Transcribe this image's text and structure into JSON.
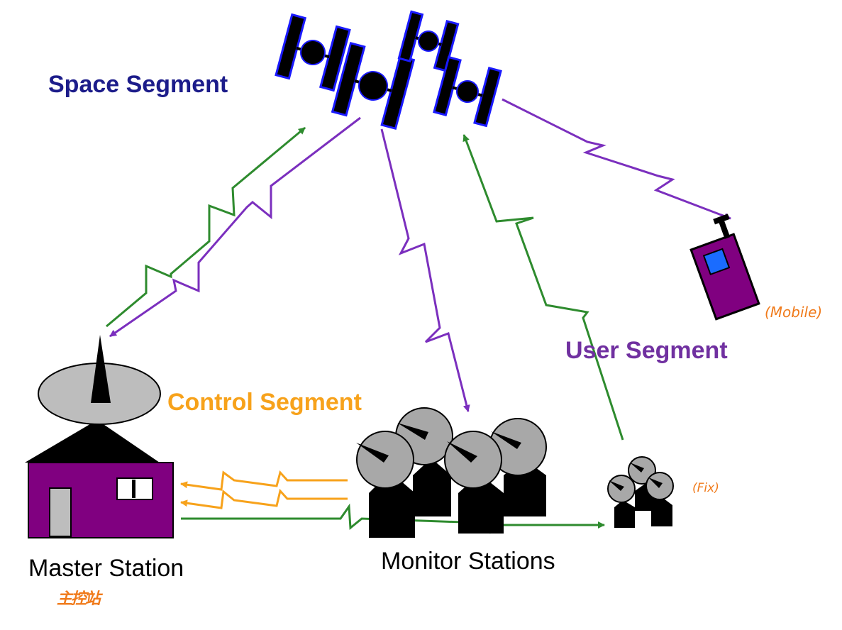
{
  "segments": {
    "space": "Space Segment",
    "control": "Control Segment",
    "user": "User Segment"
  },
  "stations": {
    "master": "Master Station",
    "monitor": "Monitor Stations"
  },
  "annotations": {
    "mobile": "(Mobile)",
    "fix": "(Fix)",
    "master_cn": "主控站"
  },
  "colors": {
    "space_text": "#1c1c8a",
    "control": "#f7a21b",
    "user": "#7030a0",
    "uplink": "#2e8b2e",
    "downlink": "#7b2fbe",
    "building": "#800080",
    "handwriting": "#f07a1a"
  }
}
